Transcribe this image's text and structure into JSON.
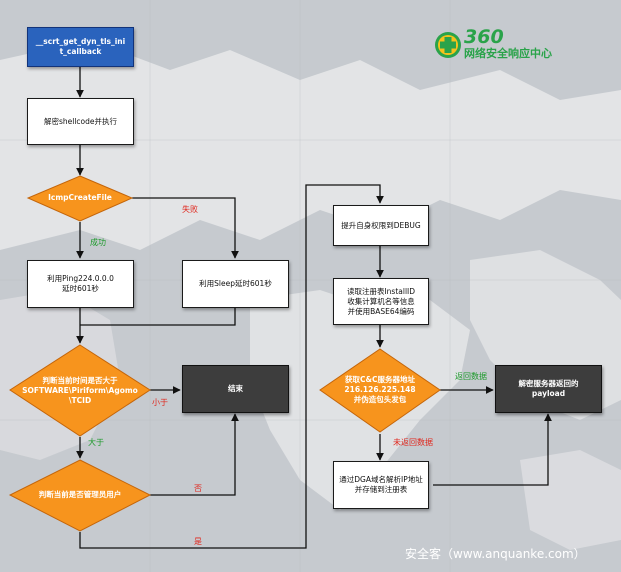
{
  "logo": {
    "number": "360",
    "subtitle": "网络安全响应中心"
  },
  "nodes": {
    "callback": "__scrt_get_dyn_tls_ini\nt_callback",
    "decrypt": "解密shellcode并执行",
    "icmp": "IcmpCreateFile",
    "ping": "利用Ping224.0.0.0\n延时601秒",
    "sleep": "利用Sleep延时601秒",
    "check_time": "判断当前时间是否大于\nSOFTWARE\\Piriform\\Agomo\n\\TCID",
    "end": "结束",
    "check_admin": "判断当前是否管理员用户",
    "debug": "提升自身权限到DEBUG",
    "install_id": "读取注册表InstallID\n收集计算机名等信息\n并使用BASE64编码",
    "cc": "获取C&C服务器地址\n216.126.225.148\n并伪造包头发包",
    "payload": "解密服务器返回的\npayload",
    "dga": "通过DGA域名解析IP地址\n并存储到注册表"
  },
  "edge_labels": {
    "fail": "失败",
    "success": "成功",
    "less": "小于",
    "greater": "大于",
    "no": "否",
    "yes": "是",
    "returned": "返回数据",
    "not_returned": "未返回数据"
  },
  "colors": {
    "start_box": "#2a63bd",
    "decision": "#f7941d",
    "terminal": "#3d3d3d",
    "yes_label": "#1c9a2a",
    "no_label": "#e0261c",
    "brand": "#2aa34a"
  },
  "watermark": "安全客（www.anquanke.com）"
}
